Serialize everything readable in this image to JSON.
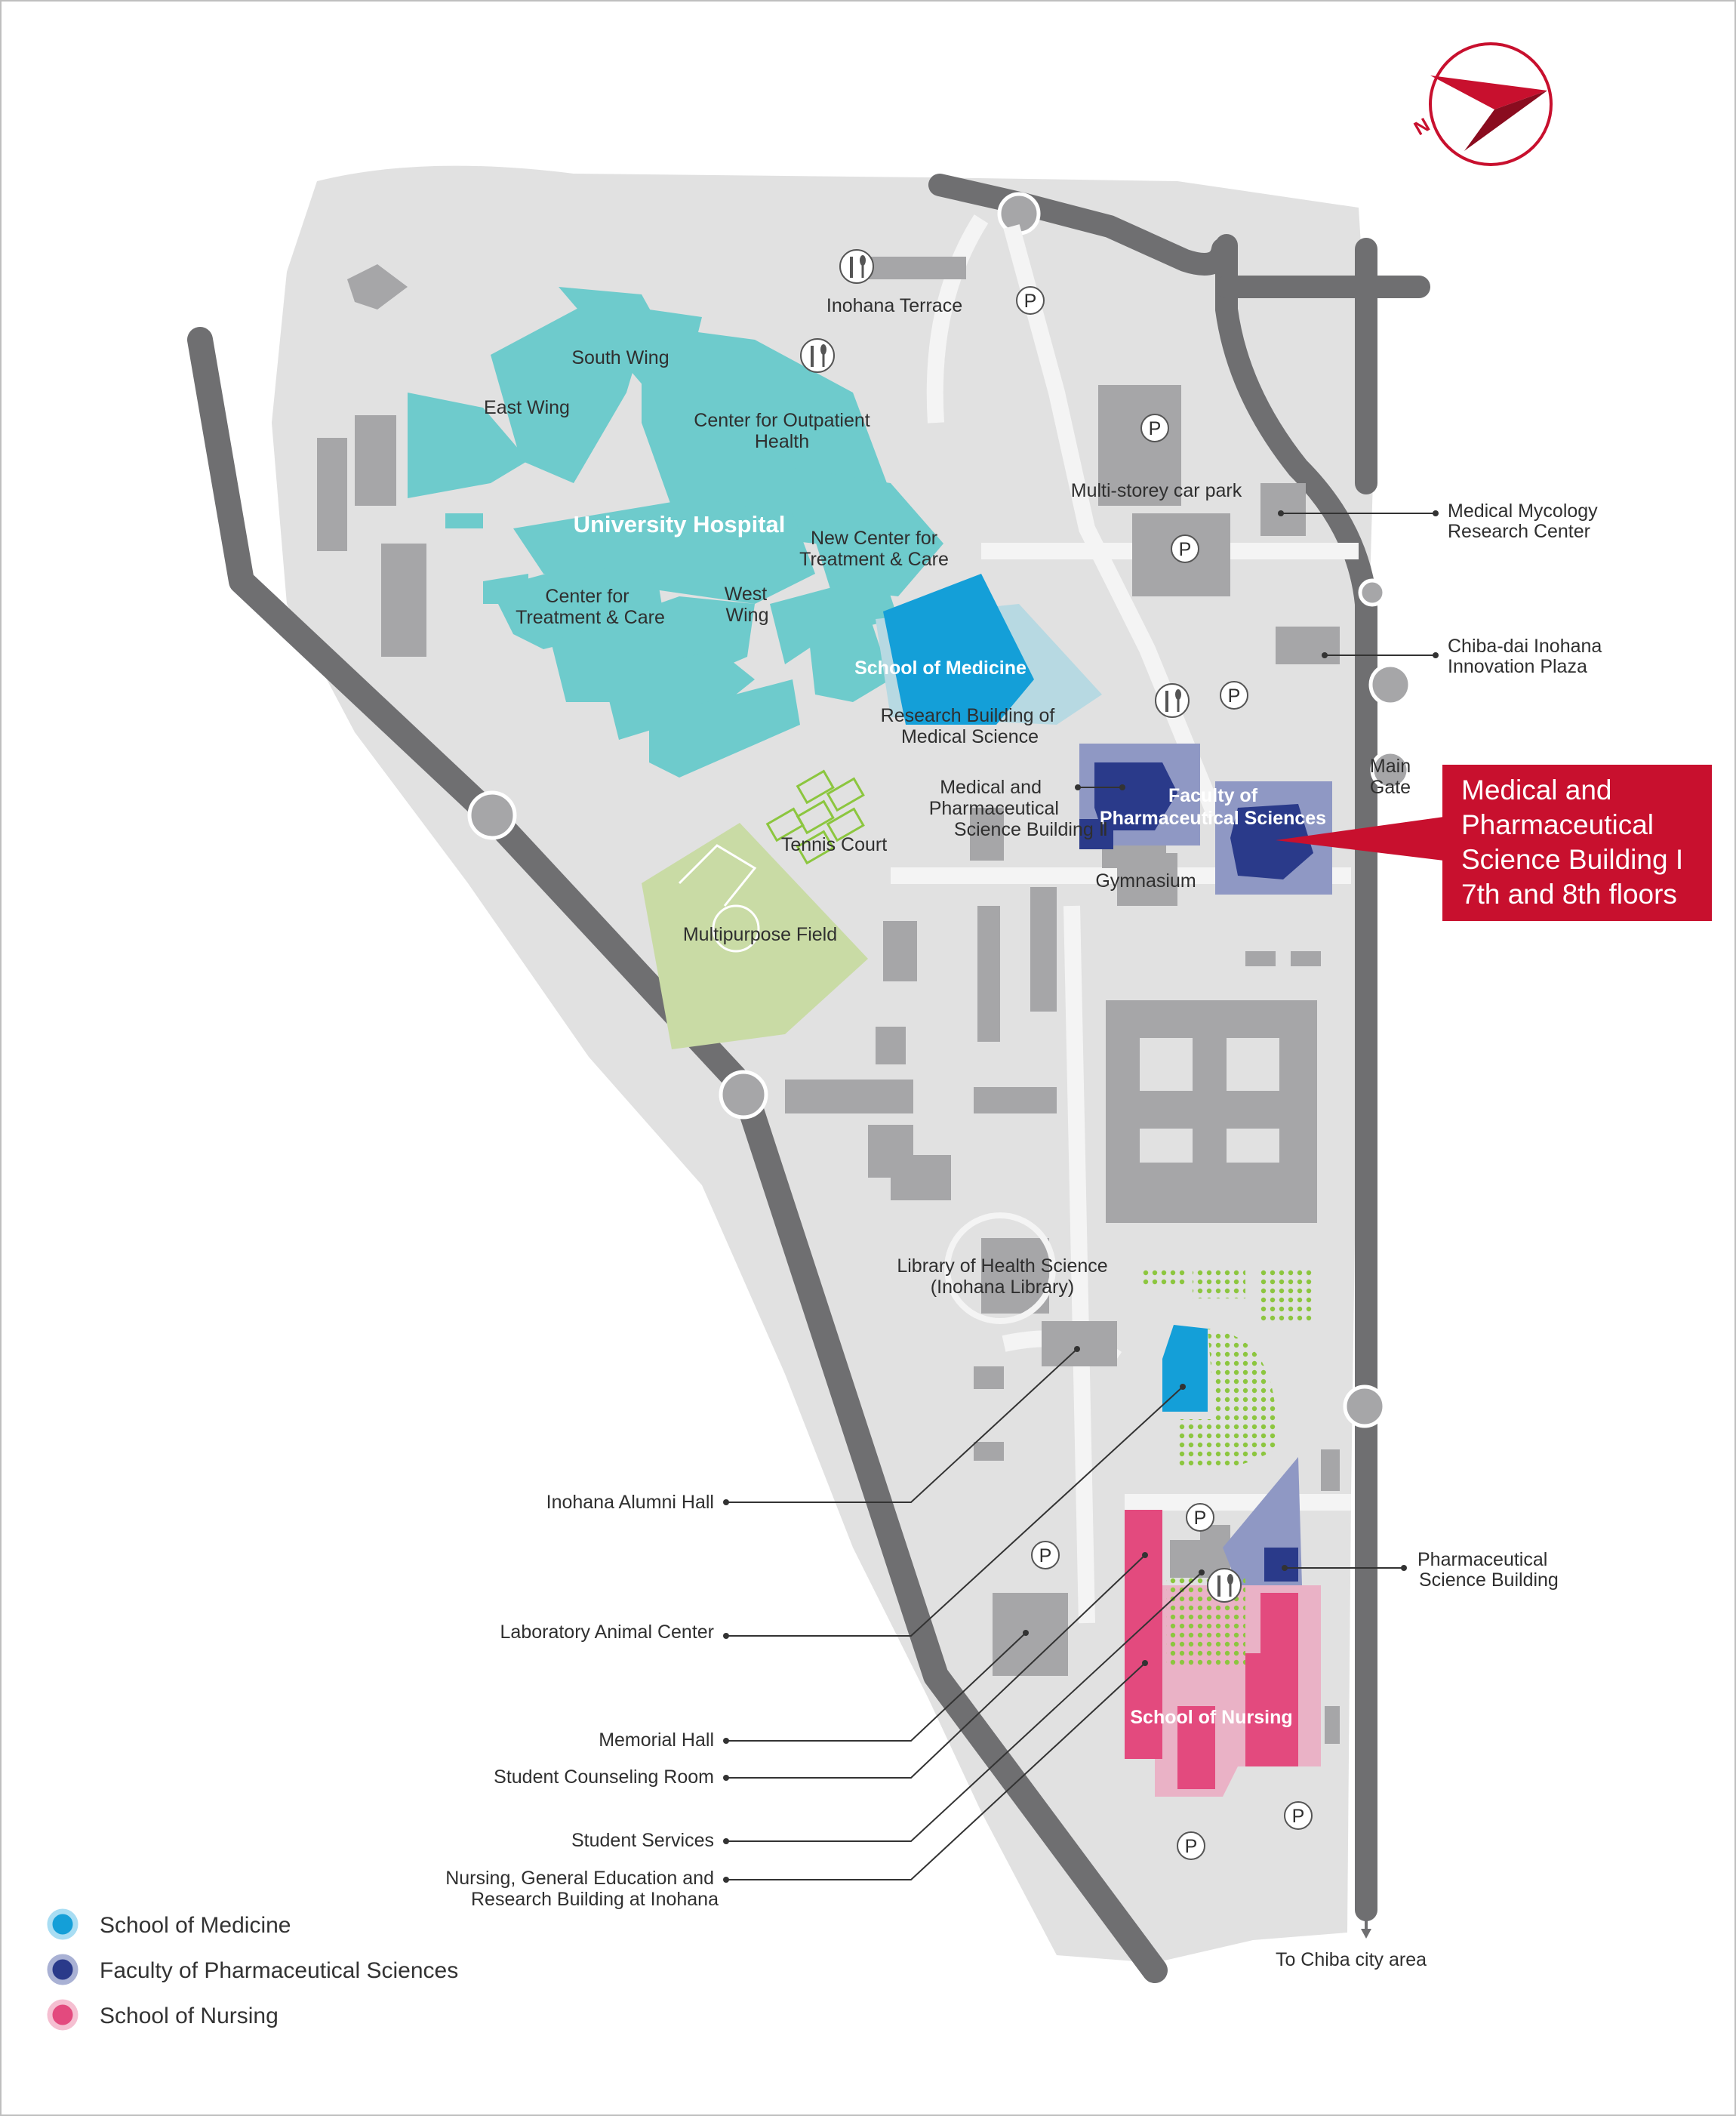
{
  "colors": {
    "campus": "#e1e1e1",
    "road": "#6f6f71",
    "building": "#a6a6a8",
    "hospital": "#6ecbcc",
    "medicine": "#149fd8",
    "pharma": "#2a3a8a",
    "pharma_zone": "#8f98c4",
    "nursing": "#e34a7e",
    "nursing_zone": "#eab2c6",
    "field": "#c9dba5",
    "callout": "#c8102e"
  },
  "compass": {
    "letter": "N"
  },
  "areas": {
    "university_hospital": "University Hospital",
    "school_of_medicine": "School of Medicine",
    "faculty_pharma_1": "Faculty of",
    "faculty_pharma_2": "Pharmaceutical Sciences",
    "school_of_nursing": "School of Nursing"
  },
  "labels": {
    "inohana_terrace": "Inohana Terrace",
    "south_wing": "South Wing",
    "east_wing": "East Wing",
    "outpatient_1": "Center for Outpatient",
    "outpatient_2": "Health",
    "new_center_1": "New Center for",
    "new_center_2": "Treatment & Care",
    "center_treatment_1": "Center for",
    "center_treatment_2": "Treatment & Care",
    "west_wing_1": "West",
    "west_wing_2": "Wing",
    "research_bldg_1": "Research Building of",
    "research_bldg_2": "Medical Science",
    "mps2_1": "Medical and",
    "mps2_2": "Pharmaceutical",
    "mps2_3": "Science Building Ⅱ",
    "tennis_court": "Tennis Court",
    "multipurpose_field": "Multipurpose Field",
    "gymnasium": "Gymnasium",
    "car_park": "Multi-storey car park",
    "mycology_1": "Medical Mycology",
    "mycology_2": "Research Center",
    "innovation_1": "Chiba-dai Inohana",
    "innovation_2": "Innovation Plaza",
    "main_gate_1": "Main",
    "main_gate_2": "Gate",
    "library_1": "Library of Health Science",
    "library_2": "(Inohana Library)",
    "alumni_hall": "Inohana Alumni Hall",
    "lab_animal": "Laboratory Animal Center",
    "memorial_hall": "Memorial Hall",
    "counseling": "Student Counseling Room",
    "student_services": "Student Services",
    "nursing_bldg_1": "Nursing, General Education and",
    "nursing_bldg_2": "Research Building at Inohana",
    "pharma_bldg_1": "Pharmaceutical",
    "pharma_bldg_2": "Science Building",
    "to_chiba": "To Chiba city area",
    "parking": "P"
  },
  "callout": {
    "line1": "Medical and",
    "line2": "Pharmaceutical",
    "line3": "Science Building I",
    "line4": "7th and 8th floors"
  },
  "legend": [
    {
      "label": "School of Medicine",
      "color": "#149fd8",
      "ring": "#a8ddf3"
    },
    {
      "label": "Faculty of Pharmaceutical Sciences",
      "color": "#2a3a8a",
      "ring": "#a9b1d4"
    },
    {
      "label": "School of Nursing",
      "color": "#e34a7e",
      "ring": "#f5bfd1"
    }
  ]
}
